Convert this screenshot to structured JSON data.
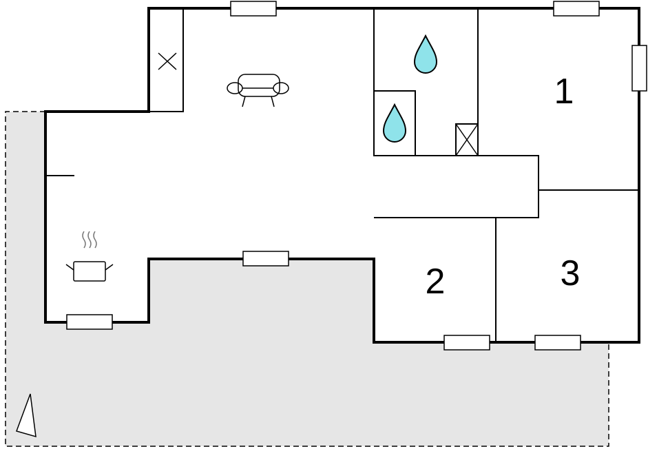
{
  "rooms": [
    {
      "id": "bedroom-1",
      "label": "1"
    },
    {
      "id": "bedroom-2",
      "label": "2"
    },
    {
      "id": "bedroom-3",
      "label": "3"
    }
  ],
  "icons": {
    "sofa": "sofa-icon",
    "kitchen": "cooking-pot-icon",
    "water": "water-drop-icon",
    "shaft": "shaft-cross-icon",
    "north": "north-arrow-icon"
  },
  "colors": {
    "terrace": "#e6e6e6",
    "wall": "#000000",
    "water_drop": "#8fe3ea"
  }
}
